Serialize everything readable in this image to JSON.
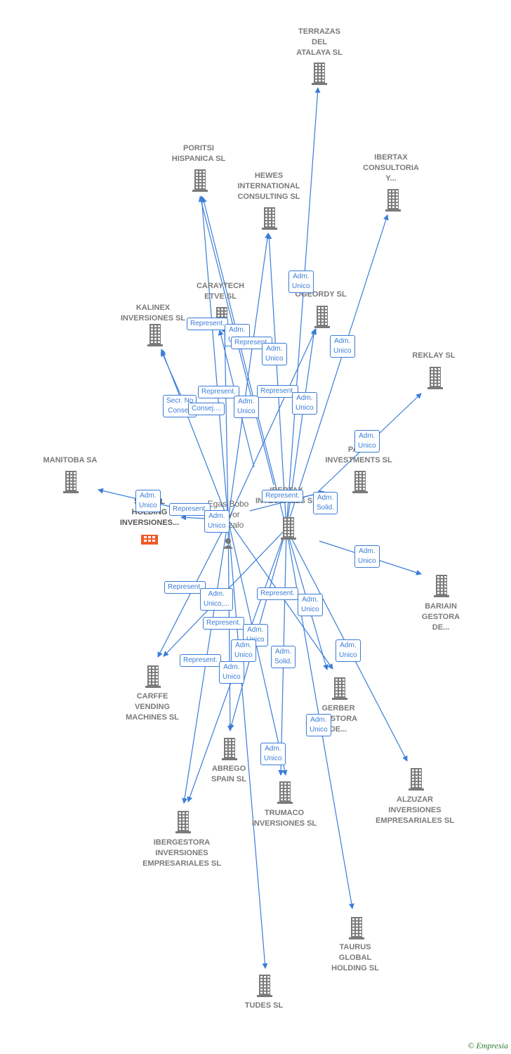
{
  "colors": {
    "edge": "#3b7dd8",
    "building": "#7a7a7a",
    "focus": "#f05a28",
    "person": "#7a7a7a"
  },
  "focus_company": {
    "label": "SIMVIEL\nHOLDING\nINVERSIONES..."
  },
  "person": {
    "label": "Egas Bobo\nMayor\nGonzalo"
  },
  "companies": [
    {
      "id": "terrazas",
      "label": "TERRAZAS\nDEL\nATALAYA SL"
    },
    {
      "id": "poritsi",
      "label": "PORITSI\nHISPANICA SL"
    },
    {
      "id": "hewes",
      "label": "HEWES\nINTERNATIONAL\nCONSULTING SL"
    },
    {
      "id": "ibertax_cons",
      "label": "IBERTAX\nCONSULTORIA\nY..."
    },
    {
      "id": "caraytech",
      "label": "CARAYTECH\nETVE SL"
    },
    {
      "id": "ogeordy",
      "label": "OGEORDY SL"
    },
    {
      "id": "kalinex",
      "label": "KALINEX\nINVERSIONES SL"
    },
    {
      "id": "reklay",
      "label": "REKLAY SL"
    },
    {
      "id": "manitoba",
      "label": "MANITOBA SA"
    },
    {
      "id": "parc",
      "label": "PARC\nINVESTMENTS SL"
    },
    {
      "id": "ibertax_int",
      "label": "IBERTAX\nINTEGRALES SL"
    },
    {
      "id": "bariain",
      "label": "BARIAIN\nGESTORA\nDE..."
    },
    {
      "id": "carffe",
      "label": "CARFFE\nVENDING\nMACHINES SL"
    },
    {
      "id": "gerber",
      "label": "GERBER\nGESTORA\nDE..."
    },
    {
      "id": "abrego",
      "label": "ABREGO\nSPAIN SL"
    },
    {
      "id": "alzuzar",
      "label": "ALZUZAR\nINVERSIONES\nEMPRESARIALES SL"
    },
    {
      "id": "trumaco",
      "label": "TRUMACO\nINVERSIONES SL"
    },
    {
      "id": "ibergestora",
      "label": "IBERGESTORA\nINVERSIONES\nEMPRESARIALES SL"
    },
    {
      "id": "taurus",
      "label": "TAURUS\nGLOBAL\nHOLDING SL"
    },
    {
      "id": "tudes",
      "label": "TUDES SL"
    }
  ],
  "edge_labels": [
    "Adm.\nUnico",
    "Represent.",
    "Adm.\nUnico",
    "Represent.",
    "Adm.\nUnico",
    "Adm.\nUnico",
    "Secr.  No\nConsej.",
    "Consej....",
    "Represent.",
    "Adm.\nUnico",
    "Represent.",
    "Adm.\nUnico",
    "Adm.\nUnico",
    "Adm.\nUnico",
    "Represent.",
    "Adm.\nSolid.",
    "Adm.\nUnico",
    "Represent.",
    "Adm.\nUnico",
    "Represent.",
    "Adm.\nUnico,...",
    "Represent.",
    "Adm.\nUnico",
    "Represent.",
    "Adm.\nUnico",
    "Represent.",
    "Adm.\nUnico",
    "Adm.\nSolid.",
    "Adm.\nUnico",
    "Adm.\nUnico",
    "Adm.\nUnico",
    "Adm.\nUnico"
  ],
  "brand": {
    "symbol": "©",
    "name": "Empresia"
  }
}
